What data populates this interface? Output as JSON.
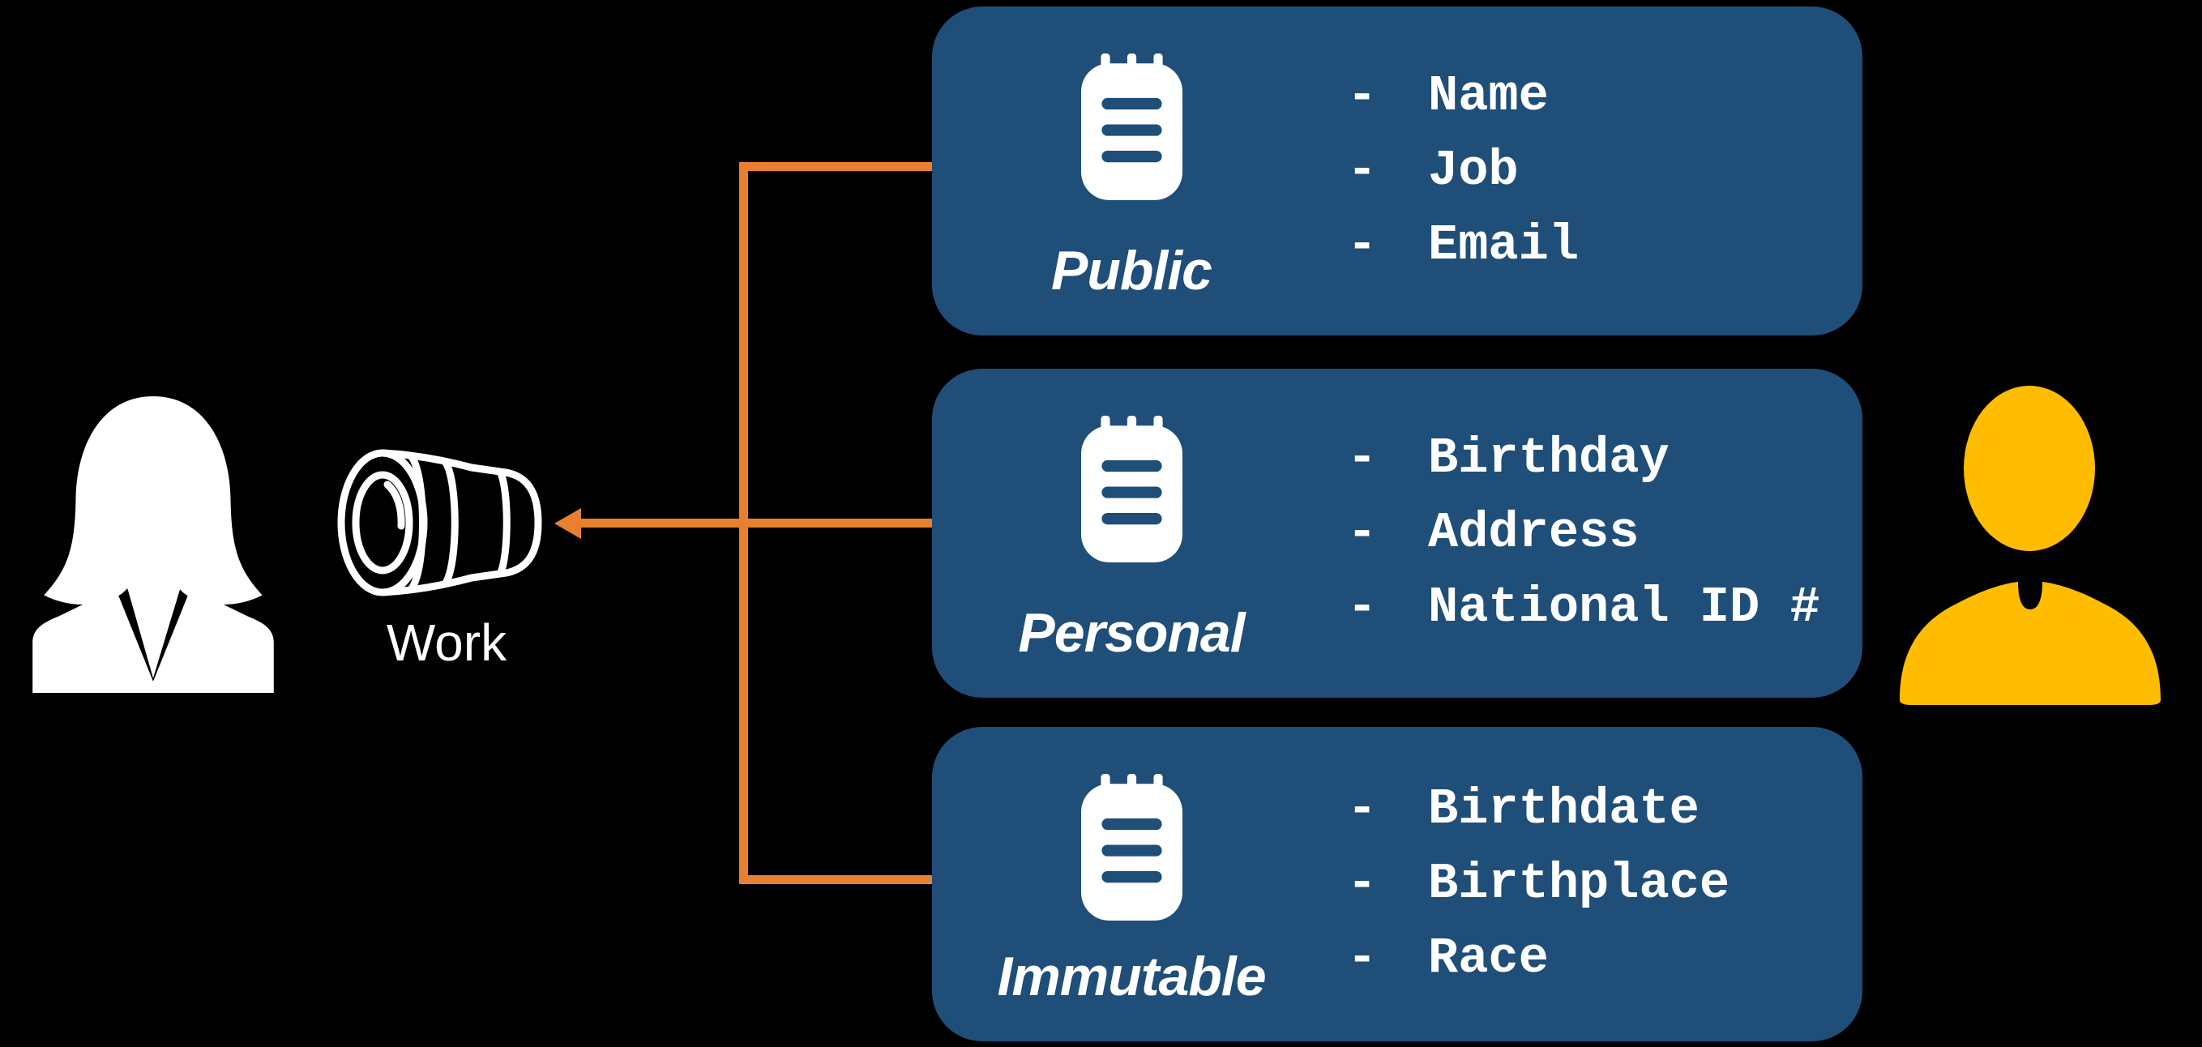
{
  "palette": {
    "background": "#000000",
    "card_blue": "#1F4E79",
    "connector_orange": "#E8802F",
    "figure_yellow": "#FFBC00",
    "icon_white": "#FFFFFF"
  },
  "camera": {
    "label": "Work"
  },
  "bullet": "-",
  "cards": [
    {
      "id": "public",
      "label": "Public",
      "items": [
        "Name",
        "Job",
        "Email"
      ]
    },
    {
      "id": "personal",
      "label": "Personal",
      "items": [
        "Birthday",
        "Address",
        "National ID #"
      ]
    },
    {
      "id": "immutable",
      "label": "Immutable",
      "items": [
        "Birthdate",
        "Birthplace",
        "Race"
      ]
    }
  ]
}
